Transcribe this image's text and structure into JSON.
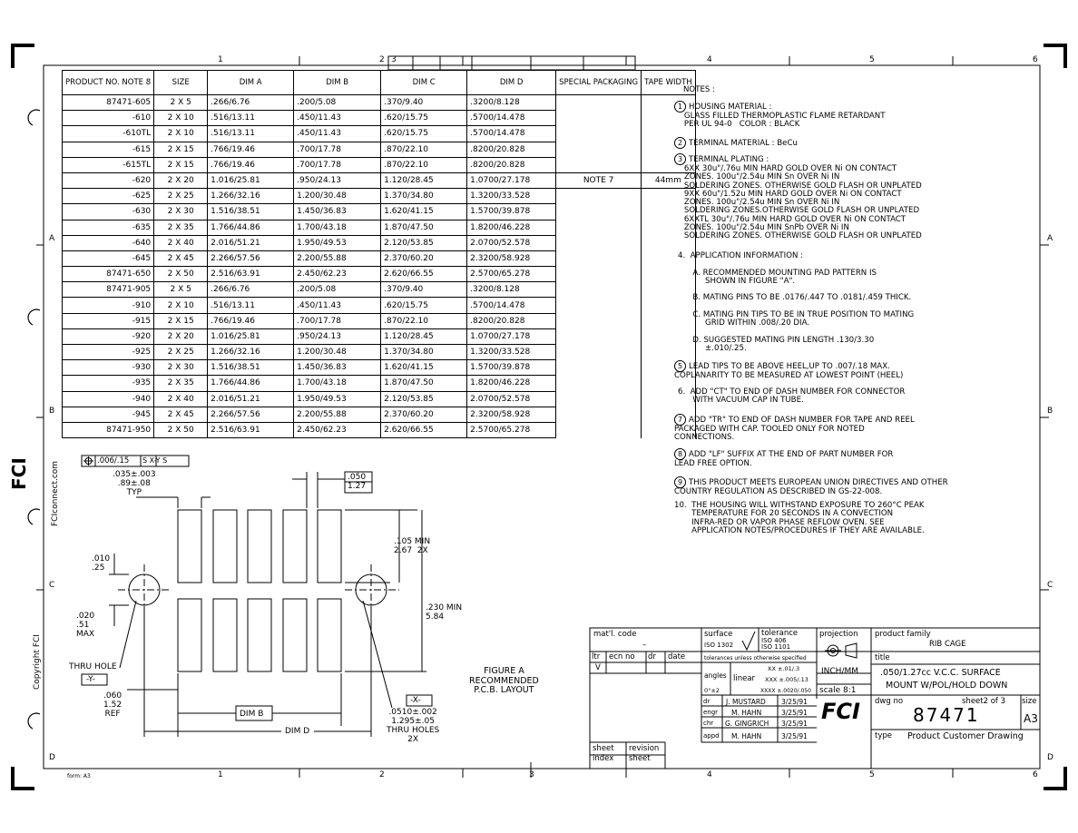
{
  "zones": {
    "top": [
      "1",
      "2",
      "3",
      "4",
      "5",
      "6"
    ],
    "bottom": [
      "1",
      "2",
      "3",
      "4",
      "5",
      "6"
    ],
    "side": [
      "A",
      "B",
      "C",
      "D"
    ]
  },
  "table": {
    "headers": [
      "PRODUCT NO. NOTE 8",
      "SIZE",
      "DIM A",
      "DIM B",
      "DIM C",
      "DIM D",
      "SPECIAL PACKAGING",
      "TAPE WIDTH"
    ],
    "rows": [
      [
        "87471-605",
        "2 X 5",
        ".266/6.76",
        ".200/5.08",
        ".370/9.40",
        ".3200/8.128",
        "",
        ""
      ],
      [
        "-610",
        "2 X 10",
        ".516/13.11",
        ".450/11.43",
        ".620/15.75",
        ".5700/14.478",
        "",
        ""
      ],
      [
        "-610TL",
        "2 X 10",
        ".516/13.11",
        ".450/11.43",
        ".620/15.75",
        ".5700/14.478",
        "",
        ""
      ],
      [
        "-615",
        "2 X 15",
        ".766/19.46",
        ".700/17.78",
        ".870/22.10",
        ".8200/20.828",
        "",
        ""
      ],
      [
        "-615TL",
        "2 X 15",
        ".766/19.46",
        ".700/17.78",
        ".870/22.10",
        ".8200/20.828",
        "",
        ""
      ],
      [
        "-620",
        "2 X 20",
        "1.016/25.81",
        ".950/24.13",
        "1.120/28.45",
        "1.0700/27.178",
        "NOTE 7",
        "44mm"
      ],
      [
        "-625",
        "2 X 25",
        "1.266/32.16",
        "1.200/30.48",
        "1.370/34.80",
        "1.3200/33.528",
        "",
        ""
      ],
      [
        "-630",
        "2 X 30",
        "1.516/38.51",
        "1.450/36.83",
        "1.620/41.15",
        "1.5700/39.878",
        "",
        ""
      ],
      [
        "-635",
        "2 X 35",
        "1.766/44.86",
        "1.700/43.18",
        "1.870/47.50",
        "1.8200/46.228",
        "",
        ""
      ],
      [
        "-640",
        "2 X 40",
        "2.016/51.21",
        "1.950/49.53",
        "2.120/53.85",
        "2.0700/52.578",
        "",
        ""
      ],
      [
        "-645",
        "2 X 45",
        "2.266/57.56",
        "2.200/55.88",
        "2.370/60.20",
        "2.3200/58.928",
        "",
        ""
      ],
      [
        "87471-650",
        "2 X 50",
        "2.516/63.91",
        "2.450/62.23",
        "2.620/66.55",
        "2.5700/65.278",
        "",
        ""
      ],
      [
        "87471-905",
        "2 X 5",
        ".266/6.76",
        ".200/5.08",
        ".370/9.40",
        ".3200/8.128",
        "",
        ""
      ],
      [
        "-910",
        "2 X 10",
        ".516/13.11",
        ".450/11.43",
        ".620/15.75",
        ".5700/14.478",
        "",
        ""
      ],
      [
        "-915",
        "2 X 15",
        ".766/19.46",
        ".700/17.78",
        ".870/22.10",
        ".8200/20.828",
        "",
        ""
      ],
      [
        "-920",
        "2 X 20",
        "1.016/25.81",
        ".950/24.13",
        "1.120/28.45",
        "1.0700/27.178",
        "",
        ""
      ],
      [
        "-925",
        "2 X 25",
        "1.266/32.16",
        "1.200/30.48",
        "1.370/34.80",
        "1.3200/33.528",
        "",
        ""
      ],
      [
        "-930",
        "2 X 30",
        "1.516/38.51",
        "1.450/36.83",
        "1.620/41.15",
        "1.5700/39.878",
        "",
        ""
      ],
      [
        "-935",
        "2 X 35",
        "1.766/44.86",
        "1.700/43.18",
        "1.870/47.50",
        "1.8200/46.228",
        "",
        ""
      ],
      [
        "-940",
        "2 X 40",
        "2.016/51.21",
        "1.950/49.53",
        "2.120/53.85",
        "2.0700/52.578",
        "",
        ""
      ],
      [
        "-945",
        "2 X 45",
        "2.266/57.56",
        "2.200/55.88",
        "2.370/60.20",
        "2.3200/58.928",
        "",
        ""
      ],
      [
        "87471-950",
        "2 X 50",
        "2.516/63.91",
        "2.450/62.23",
        "2.620/66.55",
        "2.5700/65.278",
        "",
        ""
      ]
    ]
  },
  "notes": {
    "title": "NOTES :",
    "n1": "HOUSING MATERIAL :\n    GLASS FILLED THERMOPLASTIC FLAME RETARDANT\n    PER UL 94-0   COLOR : BLACK",
    "n2": "TERMINAL MATERIAL : BeCu",
    "n3": "TERMINAL PLATING :\n    6XX 30u\"/.76u MIN HARD GOLD OVER Ni ON CONTACT\n    ZONES. 100u\"/2.54u MIN Sn OVER Ni IN\n    SOLDERING ZONES. OTHERWISE GOLD FLASH OR UNPLATED\n    9XX 60u\"/1.52u MIN HARD GOLD OVER Ni ON CONTACT\n    ZONES. 100u\"/2.54u MIN Sn OVER Ni IN\n    SOLDERING ZONES.OTHERWISE GOLD FLASH OR UNPLATED\n    6XXTL 30u\"/.76u MIN HARD GOLD OVER Ni ON CONTACT\n    ZONES. 100u\"/2.54u MIN SnPb OVER Ni IN\n    SOLDERING ZONES. OTHERWISE GOLD FLASH OR UNPLATED",
    "n4": "4.  APPLICATION INFORMATION :\n\n      A. RECOMMENDED MOUNTING PAD PATTERN IS\n           SHOWN IN FIGURE \"A\".\n\n      B. MATING PINS TO BE .0176/.447 TO .0181/.459 THICK.\n\n      C. MATING PIN TIPS TO BE IN TRUE POSITION TO MATING\n           GRID WITHIN .008/.20 DIA.\n\n      D. SUGGESTED MATING PIN LENGTH .130/3.30\n           ±.010/.25.",
    "n5": "LEAD TIPS TO BE ABOVE HEEL,UP TO .007/.18 MAX.\nCOPLANARITY TO BE MEASURED AT LOWEST POINT (HEEL)",
    "n6": "6.  ADD \"CT\" TO END OF DASH NUMBER FOR CONNECTOR\n      WITH VACUUM CAP IN TUBE.",
    "n7": "ADD \"TR\" TO END OF DASH NUMBER FOR TAPE AND REEL\nPACKAGED WITH CAP. TOOLED ONLY FOR NOTED\nCONNECTIONS.",
    "n8": "ADD \"LF\" SUFFIX AT THE END OF PART NUMBER FOR\nLEAD FREE OPTION.",
    "n9": "THIS PRODUCT MEETS EUROPEAN UNION DIRECTIVES AND OTHER\nCOUNTRY REGULATION AS DESCRIBED IN GS-22-008.",
    "n10": "10.  THE HOUSING WILL WITHSTAND EXPOSURE TO 260°C PEAK\n       TEMPERATURE FOR 20 SECONDS IN A CONVECTION\n       INFRA-RED OR VAPOR PHASE REFLOW OVEN. SEE\n       APPLICATION NOTES/PROCEDURES IF THEY ARE AVAILABLE.",
    "c1": "1",
    "c2": "2",
    "c3": "3",
    "c5": "5",
    "c7": "7",
    "c8": "8",
    "c9": "9"
  },
  "figure": {
    "tol_frame": ".006/.15",
    "tol_mods": "S X-Y S",
    "dim1": ".035±.003\n.89±.08\nTYP",
    "dim2": ".050\n1.27",
    "dim3": ".105 MIN\n2.67  2X",
    "dim4": ".010\n.25",
    "dim5": ".230 MIN\n5.84",
    "dim6": ".020\n.51\nMAX",
    "thru_hole": "THRU HOLE",
    "datum_y": "-Y-",
    "datum_x": "-X-",
    "dim7": ".060\n1.52\nREF",
    "dim_b": "DIM B",
    "dim_d": "DIM D",
    "dim8": ".0510±.002\n1.295±.05\nTHRU HOLES\n2X",
    "caption": "FIGURE A\nRECOMMENDED\nP.C.B. LAYOUT"
  },
  "side": {
    "fci": "FCI",
    "url": "FCIconnect.com",
    "copyright": "Copyright  FCI"
  },
  "form": "form: A3",
  "titleblock": {
    "matl_code": "mat'l. code",
    "matl_val": "–",
    "surface": "surface",
    "surface_val": "ISO 1302",
    "tolerance": "tolerance",
    "tol_iso1": "ISO 406",
    "tol_iso2": "ISO 1101",
    "projection": "projection",
    "product_family": "product family",
    "product_family_val": "RIB CAGE",
    "ltr": "ltr",
    "ecn": "ecn no",
    "dr": "dr",
    "date": "date",
    "ltr_val": "V",
    "tol_note": "tolerances unless otherwise specified",
    "angles": "angles",
    "linear": "linear",
    "ang_val": "0°±2",
    "xx": "XX ±.01/.3",
    "xxx": "XXX ±.005/.13",
    "xxxx": "XXXX ±.0020/.050",
    "units": "INCH/MM",
    "scale": "scale 8:1",
    "title_lbl": "title",
    "title1": ".050/1.27cc V.C.C. SURFACE",
    "title2": "MOUNT W/POL/HOLD DOWN",
    "dwg_no": "dwg no",
    "dwg_val": "87471",
    "sheet": "sheet2 of 3",
    "size": "size",
    "size_val": "A3",
    "type": "type",
    "type_val": "Product Customer Drawing",
    "r_dr": "dr",
    "r_engr": "engr",
    "r_chr": "chr",
    "r_appd": "appd",
    "n_dr": "J. MUSTARD",
    "n_engr": "M. HAHN",
    "n_chr": "G. GINGRICH",
    "n_appd": "M. HAHN",
    "d_dr": "3/25/91",
    "d_engr": "3/25/91",
    "d_chr": "3/25/91",
    "d_appd": "3/25/91",
    "sheet_index": "sheet\nindex",
    "revision_sheet": "revision\nsheet",
    "logo": "FCI"
  }
}
